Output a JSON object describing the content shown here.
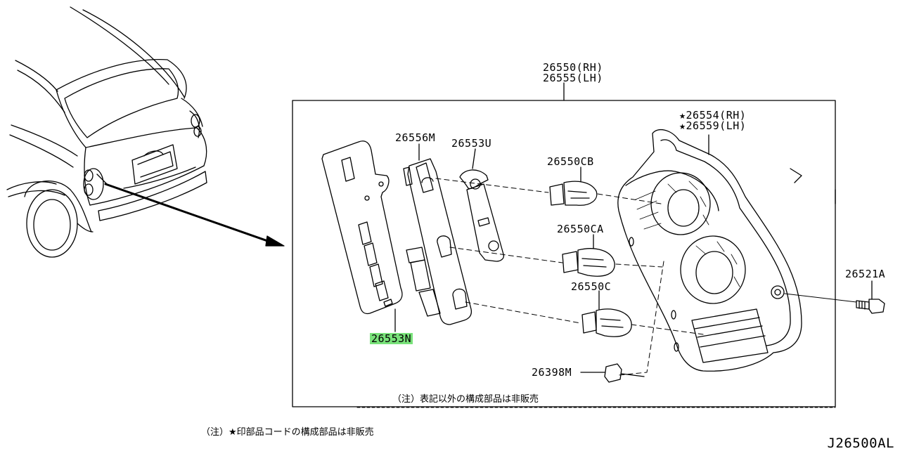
{
  "labels": {
    "assembly_rh": "26550(RH)",
    "assembly_lh": "26555(LH)",
    "lens_rh": "★26554(RH)",
    "lens_lh": "★26559(LH)",
    "part_26556m": "26556M",
    "part_26553u": "26553U",
    "part_26550cb": "26550CB",
    "part_26550ca": "26550CA",
    "part_26550c": "26550C",
    "part_26521a": "26521A",
    "part_26398m": "26398M",
    "part_26553n": "26553N"
  },
  "highlighted_part": "26553N",
  "highlight_color": "#79e27a",
  "notes": {
    "inner_note": "（注）表記以外の構成部品は非販売",
    "outer_note": "（注）★印部品コードの構成部品は非販売"
  },
  "diagram_code": "J26500AL"
}
